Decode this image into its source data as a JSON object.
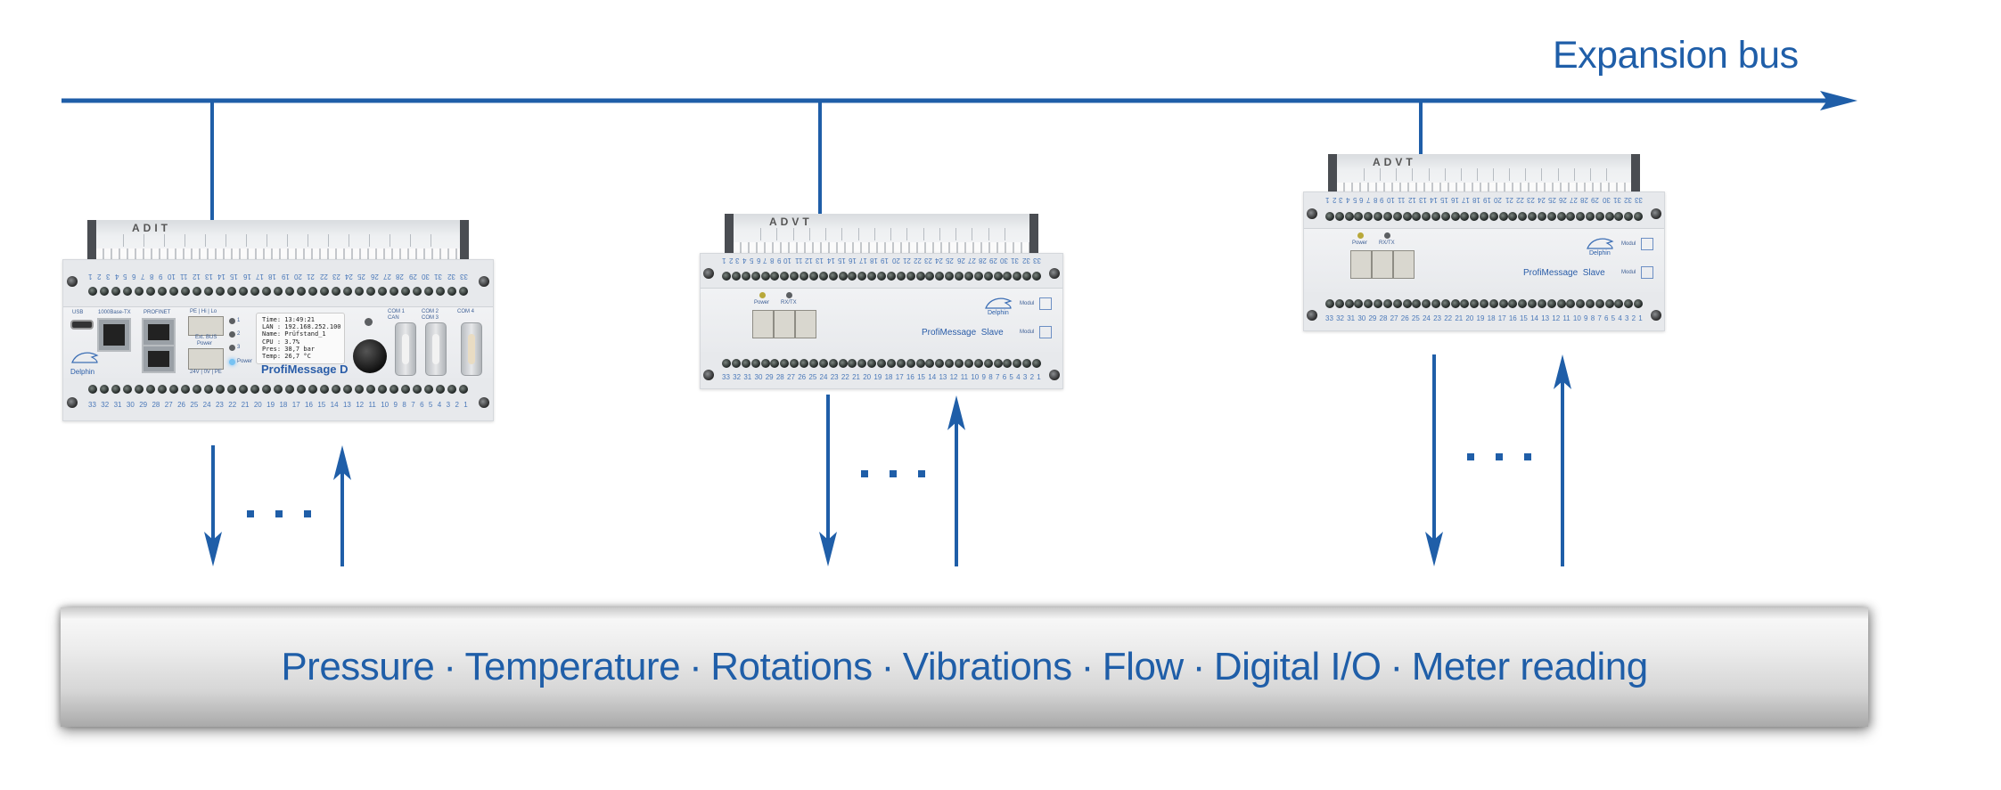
{
  "diagram": {
    "bus_label": "Expansion bus",
    "colors": {
      "accent": "#1f5ea8",
      "bar_light": "#f7f7f7",
      "bar_dark": "#a9a9a9"
    },
    "measurands": [
      "Pressure",
      "Temperature",
      "Rotations",
      "Vibrations",
      "Flow",
      "Digital I/O",
      "Meter reading"
    ],
    "separator": "·",
    "ellipsis": "...",
    "devices": [
      {
        "model": "ProfiMessage D",
        "module_label": "ADIT",
        "ports": {
          "usb": "USB",
          "ethernet": "1000Base-TX",
          "profinet": "PROFINET",
          "ext_bus_top": "PE | Hi | Lo",
          "ext_bus": "Ext. BUS",
          "power_label": "Power",
          "power_pins": "24V | 0V | PE",
          "led_power": "Power",
          "led_1": "1",
          "led_2": "2",
          "led_3": "3",
          "com1": "COM 1\nCAN",
          "com2": "COM 2\nCOM 3",
          "com4": "COM 4"
        },
        "display_lines": [
          "Time: 13:49:21",
          "LAN : 192.168.252.100",
          "Name: Prüfstand_1",
          "CPU : 3.7%",
          "Pres: 38,7 bar",
          "Temp: 26,7 °C"
        ],
        "brand": "Delphin"
      },
      {
        "model": "ProfiMessage  Slave",
        "module_label": "ADVT",
        "ports": {
          "power": "Power",
          "rxtx": "RX/TX",
          "modul_1": "Modul",
          "modul_2": "Modul"
        },
        "brand": "Delphin"
      },
      {
        "model": "ProfiMessage  Slave",
        "module_label": "ADVT",
        "ports": {
          "power": "Power",
          "rxtx": "RX/TX",
          "modul_1": "Modul",
          "modul_2": "Modul"
        },
        "brand": "Delphin"
      }
    ],
    "terminal_count": 33
  }
}
